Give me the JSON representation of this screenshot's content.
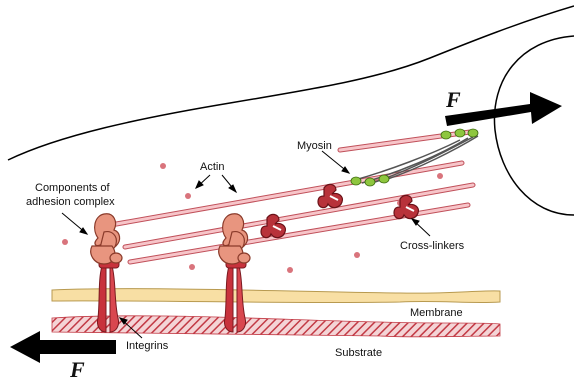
{
  "labels": {
    "actin": "Actin",
    "myosin": "Myosin",
    "adhesion_line1": "Components of",
    "adhesion_line2": "adhesion complex",
    "cross_linkers": "Cross-linkers",
    "membrane": "Membrane",
    "integrins": "Integrins",
    "substrate": "Substrate",
    "force_top": "F",
    "force_bottom": "F"
  },
  "colors": {
    "actin_fill": "#f7c5c9",
    "actin_stroke": "#c0505a",
    "membrane_fill": "#f8dfa4",
    "membrane_stroke": "#b89a50",
    "substrate": "#c23a45",
    "adhesion_fill": "#e8957f",
    "adhesion_stroke": "#8a3a2a",
    "integrin_fill": "#c8323c",
    "myosin_head": "#8ec63f",
    "myosin_tail": "#555555",
    "dot": "#d9747c",
    "arrow": "#000000"
  }
}
